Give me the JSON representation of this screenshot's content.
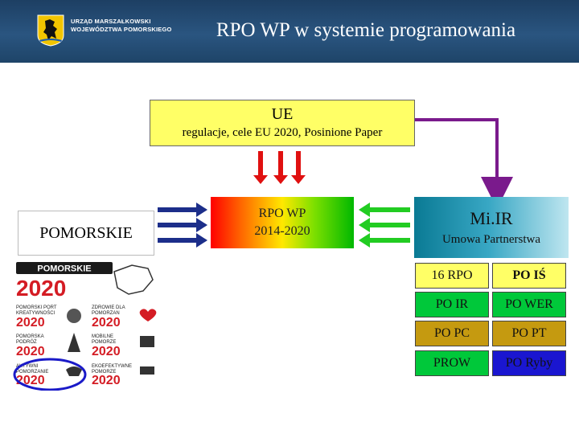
{
  "header": {
    "org_line1": "URZĄD MARSZAŁKOWSKI",
    "org_line2": "WOJEWÓDZTWA POMORSKIEGO",
    "title": "RPO WP w systemie programowania"
  },
  "ue": {
    "title": "UE",
    "subtitle": "regulacje, cele EU 2020, Posinione Paper"
  },
  "pomorskie": {
    "label": "POMORSKIE"
  },
  "rpo": {
    "line1": "RPO WP",
    "line2": "2014-2020"
  },
  "mir": {
    "title": "Mi.IR",
    "subtitle": "Umowa Partnerstwa"
  },
  "programs": [
    {
      "label": "16 RPO"
    },
    {
      "label": "PO IŚ"
    },
    {
      "label": "PO IR"
    },
    {
      "label": "PO WER"
    },
    {
      "label": "PO PC"
    },
    {
      "label": "PO PT"
    },
    {
      "label": "PROW"
    },
    {
      "label": "PO Ryby"
    }
  ],
  "logos": {
    "main_line1": "POMORSKIE",
    "main_line2": "2020",
    "tiles": [
      {
        "line1": "POMORSKI PORT",
        "line2": "KREATYWNOŚCI",
        "line3": "2020"
      },
      {
        "line1": "ZDROWIE DLA",
        "line2": "POMORZAN",
        "line3": "2020"
      },
      {
        "line1": "POMORSKA",
        "line2": "PODRÓŻ",
        "line3": "2020"
      },
      {
        "line1": "MOBILNE",
        "line2": "POMORZE",
        "line3": "2020"
      },
      {
        "line1": "AKTYWNI",
        "line2": "POMORZANIE",
        "line3": "2020"
      },
      {
        "line1": "EKOEFEKTYWNE",
        "line2": "POMORZE",
        "line3": "2020"
      }
    ]
  },
  "colors": {
    "header_bg": "#1e4468",
    "ue_box": "#ffff66",
    "arrow_red": "#e01010",
    "arrow_purple": "#7a1a8c",
    "arrow_blue": "#1c2e8a",
    "arrow_green": "#22cc22",
    "logo_red": "#d41c24",
    "ellipse_blue": "#1a1ac8"
  }
}
